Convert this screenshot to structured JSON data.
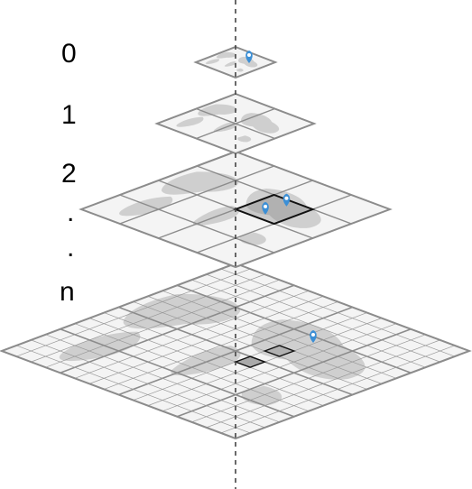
{
  "levels": [
    {
      "label": "0"
    },
    {
      "label": "1"
    },
    {
      "label": "2"
    },
    {
      "label": "n"
    }
  ],
  "ellipsis": [
    ".",
    "."
  ],
  "colors": {
    "tile_fill": "#f4f4f4",
    "land": "#cfcfcf",
    "land_dark": "#b9b9b9",
    "grid_minor": "#9a9a9a",
    "grid_major": "#8c8c8c",
    "highlight_stroke": "#111111",
    "marker": "#3b8fd6",
    "axis": "#444444"
  },
  "icons": {
    "marker": "map-pin-icon"
  }
}
